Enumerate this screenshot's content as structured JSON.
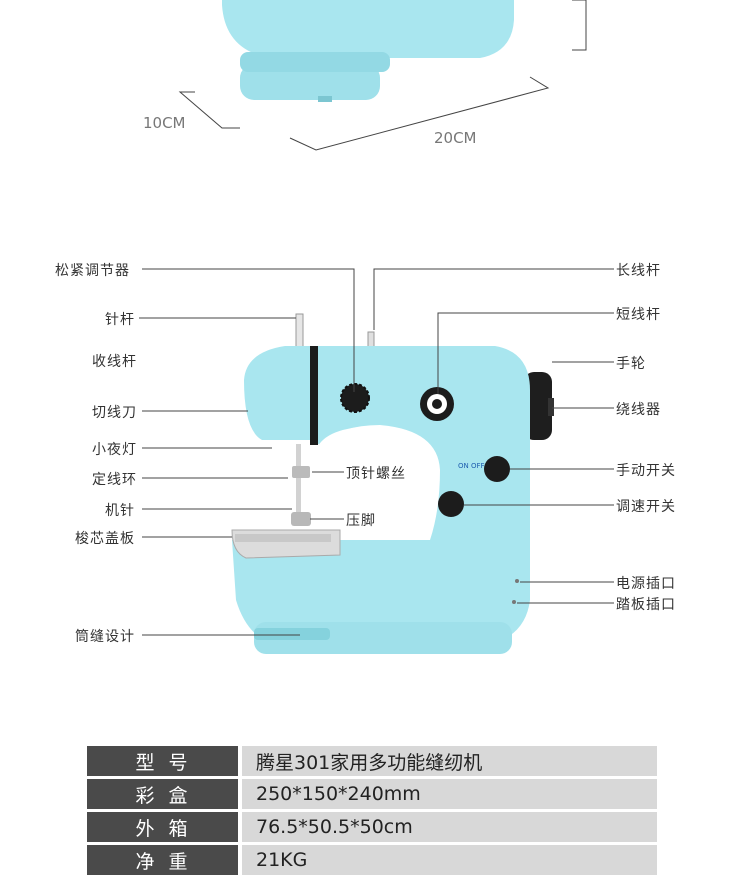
{
  "dimensions": {
    "depth": "10CM",
    "width": "20CM"
  },
  "labels_left": {
    "tension": "松紧调节器",
    "needle_bar": "针杆",
    "take_up_lever": "收线杆",
    "thread_cutter": "切线刀",
    "night_light": "小夜灯",
    "thread_guide_ring": "定线环",
    "needle": "机针",
    "bobbin_cover": "梭芯盖板",
    "tube_design": "筒缝设计"
  },
  "labels_right": {
    "long_spool": "长线杆",
    "short_spool": "短线杆",
    "handwheel": "手轮",
    "winder": "绕线器",
    "manual_switch": "手动开关",
    "speed_switch": "调速开关",
    "power_socket": "电源插口",
    "pedal_socket": "踏板插口"
  },
  "labels_center": {
    "top_screw": "顶针螺丝",
    "presser_foot": "压脚"
  },
  "switch_marks": {
    "on_off": "ON OFF"
  },
  "specs": [
    {
      "key": "型号",
      "value": "腾星301家用多功能缝纫机"
    },
    {
      "key": "彩盒",
      "value": "250*150*240mm"
    },
    {
      "key": "外箱",
      "value": "76.5*50.5*50cm"
    },
    {
      "key": "净重",
      "value": "21KG"
    }
  ],
  "colors": {
    "body": "#a9e6ef",
    "body_dark": "#86d3df",
    "dark": "#1c1c1c",
    "line": "#444444"
  }
}
